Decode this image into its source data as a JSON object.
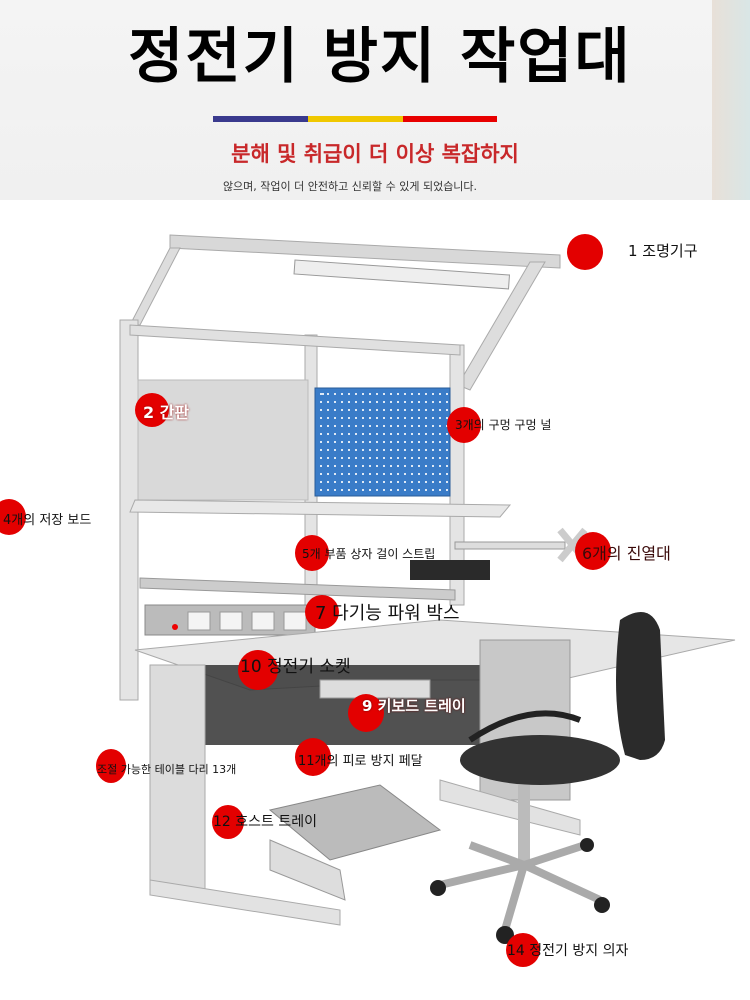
{
  "header": {
    "title": "정전기 방지 작업대",
    "subtitle": "분해 및 취급이 더 이상 복잡하지",
    "description": "않으며, 작업이 더 안전하고 신뢰할 수 있게 되었습니다.",
    "bar_colors": [
      "#3a3a8e",
      "#f0c800",
      "#e80000"
    ]
  },
  "labels": [
    {
      "id": "lighting",
      "text": "1 조명기구"
    },
    {
      "id": "signboard",
      "text": "2 간판"
    },
    {
      "id": "pegboard",
      "text": "3개의 구멍 구멍 널"
    },
    {
      "id": "storage-board",
      "text": "4개의 저장 보드"
    },
    {
      "id": "parts-box-strip",
      "text": "5개 부품 상자 걸이 스트립"
    },
    {
      "id": "display-stand",
      "text": "6개의 진열대"
    },
    {
      "id": "power-box",
      "text": "7 다기능 파워 박스"
    },
    {
      "id": "esd-socket",
      "text": "10 정전기 소켓"
    },
    {
      "id": "keyboard-tray",
      "text": "9 키보드 트레이"
    },
    {
      "id": "pedal",
      "text": "11개의 피로 방지 페달"
    },
    {
      "id": "table-legs",
      "text": "조절 가능한 테이블 다리 13개"
    },
    {
      "id": "host-tray",
      "text": "12 호스트 트레이"
    },
    {
      "id": "esd-chair",
      "text": "14 정전기 방지 의자"
    }
  ],
  "accent": "#e30000"
}
